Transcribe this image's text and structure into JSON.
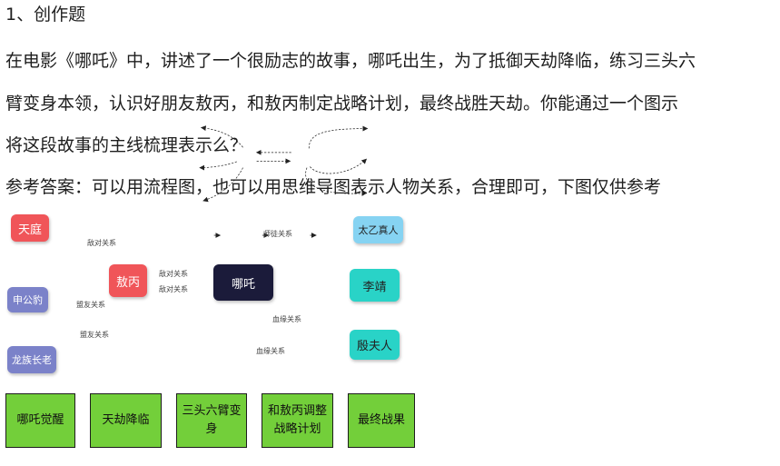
{
  "text": {
    "heading": "1、创作题",
    "para_line1": "在电影《哪吒》中，讲述了一个很励志的故事，哪吒出生，为了抵御天劫降临，练习三头六",
    "para_line2": "臂变身本领，认识好朋友敖丙，和敖丙制定战略计划，最终战胜天劫。你能通过一个图示",
    "para_line3": "将这段故事的主线梳理表示么？",
    "answer": "参考答案：可以用流程图，也可以用思维导图表示人物关系，合理即可，下图仅供参考"
  },
  "mindmap": {
    "nodes": {
      "tianting": "天庭",
      "shengongbao": "申公豹",
      "longzu": "龙族长老",
      "aobing": "敖丙",
      "nezha": "哪吒",
      "taiyi": "太乙真人",
      "lijing": "李靖",
      "yinfuren": "殷夫人"
    },
    "edges": {
      "aobing_tianting": "敌对关系",
      "aobing_shengongbao": "盟友关系",
      "aobing_longzu": "盟友关系",
      "nezha_aobing_top": "敌对关系",
      "nezha_aobing_bottom": "敌对关系",
      "nezha_taiyi": "师徒关系",
      "nezha_lijing": "血缘关系",
      "nezha_yinfuren": "血缘关系"
    },
    "colors": {
      "tianting": "#f05559",
      "shengongbao": "#7b82c9",
      "longzu": "#7b82c9",
      "aobing": "#f05559",
      "nezha": "#1b1b3a",
      "taiyi": "#86d3f2",
      "lijing": "#29d3c7",
      "yinfuren": "#29d3c7"
    }
  },
  "flow": {
    "steps": [
      "哪吒觉醒",
      "天劫降临",
      "三头六臂变身",
      "和敖丙调整战略计划",
      "最终战果"
    ],
    "step_lines": [
      [
        "哪吒觉醒"
      ],
      [
        "天劫降临"
      ],
      [
        "三头六臂变",
        "身"
      ],
      [
        "和敖丙调整",
        "战略计划"
      ],
      [
        "最终战果"
      ]
    ],
    "box_color": "#73cf3a"
  }
}
